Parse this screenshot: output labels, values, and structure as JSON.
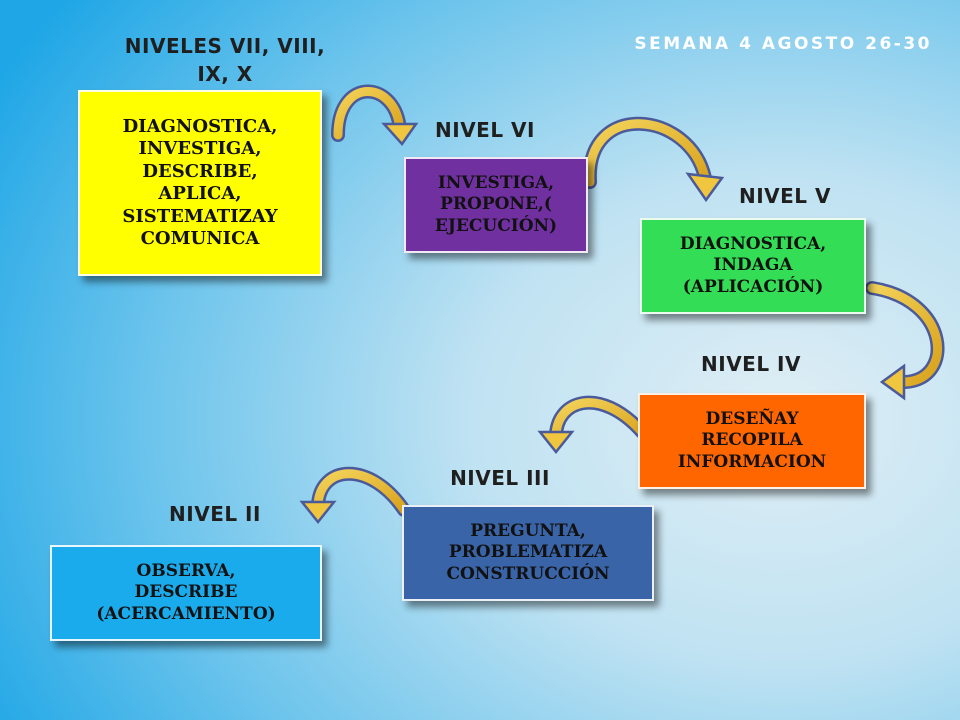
{
  "header": {
    "week": "SEMANA 4 AGOSTO 26-30"
  },
  "levels": [
    {
      "id": "vii-x",
      "title": "NIVELES VII, VIII,\nIX, X",
      "text": "DIAGNOSTICA,\nINVESTIGA,\nDESCRIBE,\nAPLICA,\nSISTEMATIZAY\nCOMUNICA",
      "color": "#ffff00"
    },
    {
      "id": "vi",
      "title": "NIVEL VI",
      "text": "INVESTIGA,\nPROPONE,(\nEJECUCIÓN)",
      "color": "#7030a0"
    },
    {
      "id": "v",
      "title": "NIVEL V",
      "text": "DIAGNOSTICA,\nINDAGA\n(APLICACIÓN)",
      "color": "#33dd55"
    },
    {
      "id": "iv",
      "title": "NIVEL IV",
      "text": "DESEÑAY\nRECOPILA\nINFORMACION",
      "color": "#ff6600"
    },
    {
      "id": "iii",
      "title": "NIVEL III",
      "text": "PREGUNTA,\nPROBLEMATIZA\nCONSTRUCCIÓN",
      "color": "#3a64a8"
    },
    {
      "id": "ii",
      "title": "NIVEL II",
      "text": "OBSERVA,\nDESCRIBE\n(ACERCAMIENTO)",
      "color": "#1aabec"
    }
  ]
}
